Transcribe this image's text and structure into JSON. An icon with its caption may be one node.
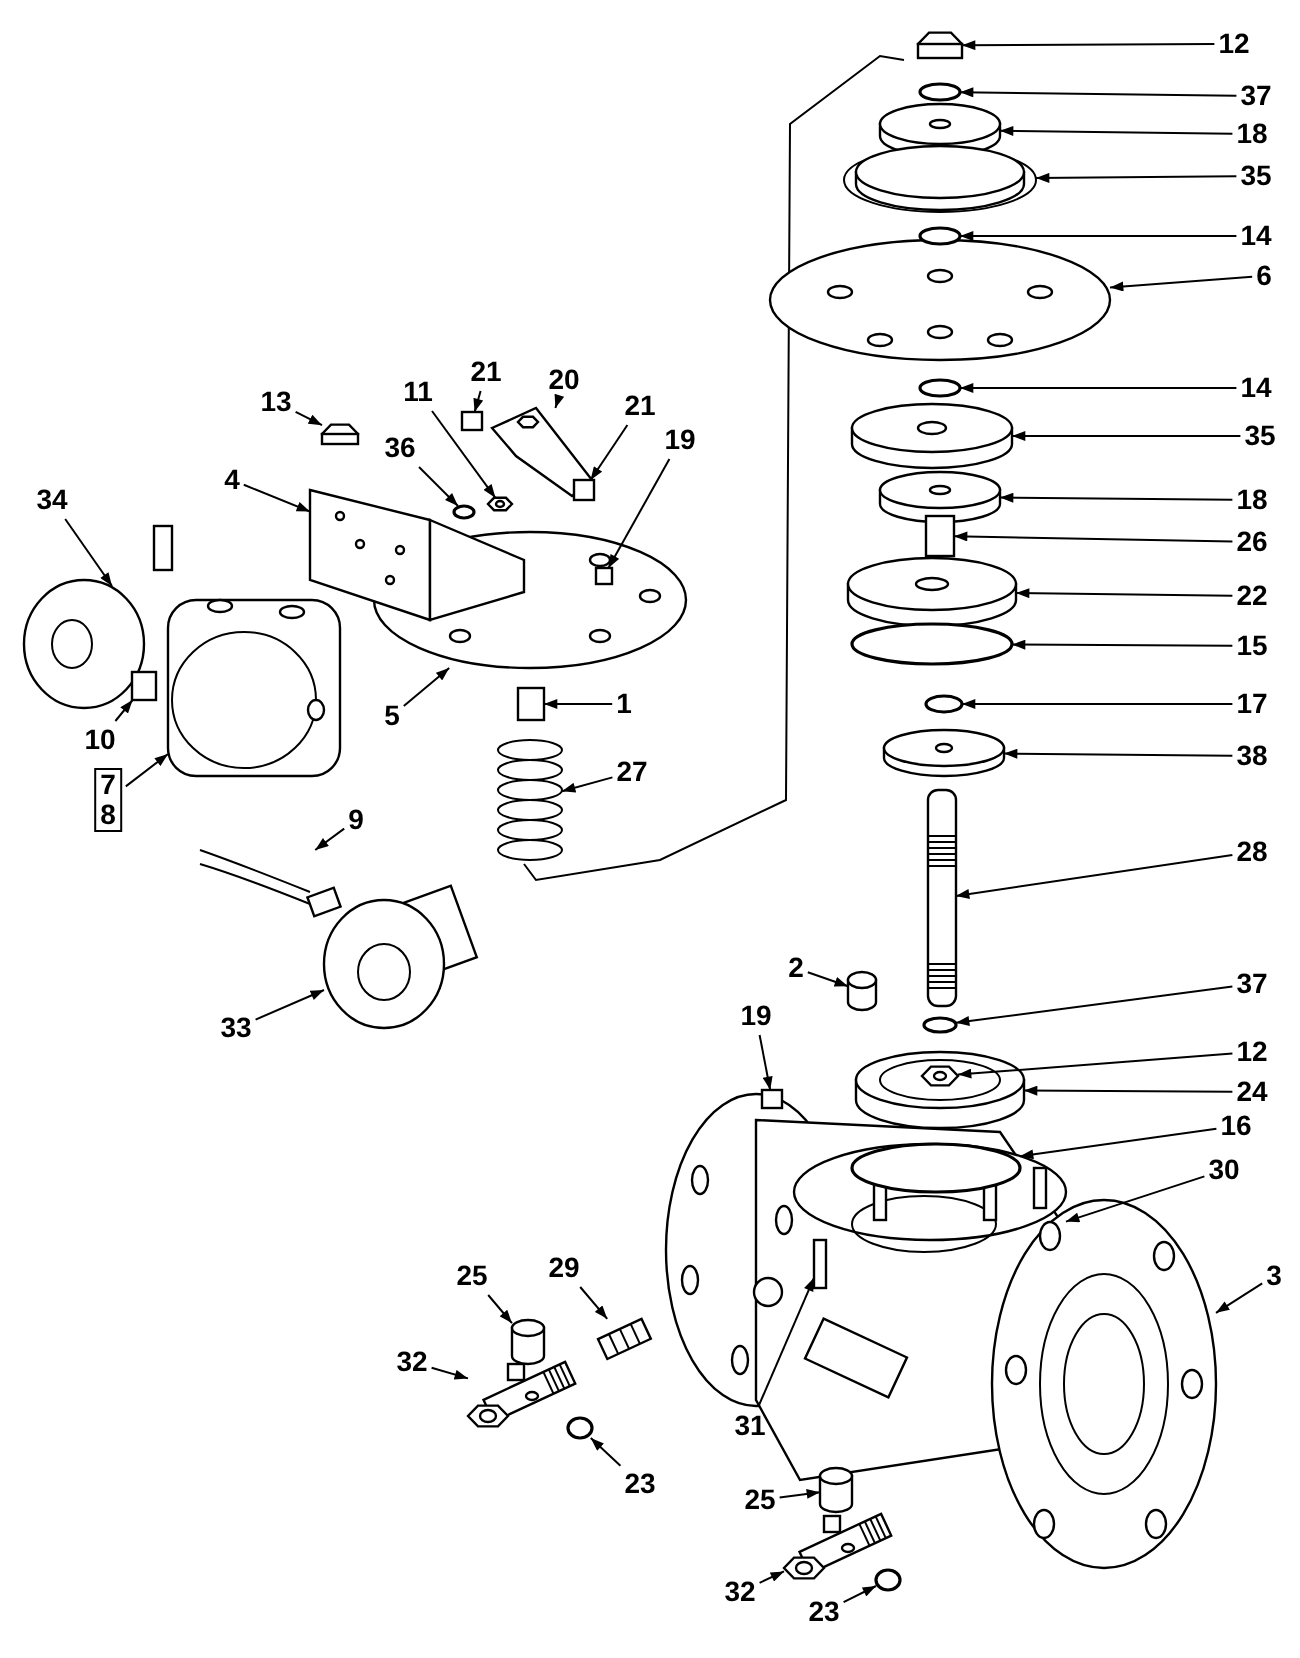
{
  "diagram": {
    "nodes": [
      {
        "text": [
          "12"
        ]
      },
      {
        "text": [
          "37"
        ]
      },
      {
        "text": [
          "18"
        ]
      },
      {
        "text": [
          "35"
        ]
      },
      {
        "text": [
          "14"
        ]
      },
      {
        "text": [
          "6"
        ]
      },
      {
        "text": [
          "21"
        ]
      },
      {
        "text": [
          "14"
        ]
      },
      {
        "text": [
          "20"
        ]
      },
      {
        "text": [
          "21"
        ]
      },
      {
        "text": [
          "11"
        ]
      },
      {
        "text": [
          "13"
        ]
      },
      {
        "text": [
          "35"
        ]
      },
      {
        "text": [
          "36"
        ]
      },
      {
        "text": [
          "19"
        ]
      },
      {
        "text": [
          "4"
        ]
      },
      {
        "text": [
          "18"
        ]
      },
      {
        "text": [
          "34"
        ]
      },
      {
        "text": [
          "26"
        ]
      },
      {
        "text": [
          "22"
        ]
      },
      {
        "text": [
          "15"
        ]
      },
      {
        "text": [
          "5"
        ]
      },
      {
        "text": [
          "1"
        ]
      },
      {
        "text": [
          "17"
        ]
      },
      {
        "text": [
          "10"
        ]
      },
      {
        "text": [
          "38"
        ]
      },
      {
        "text": [
          "27"
        ]
      },
      {
        "text": [
          "7",
          "8"
        ]
      },
      {
        "text": [
          "9"
        ]
      },
      {
        "text": [
          "28"
        ]
      },
      {
        "text": [
          "2"
        ]
      },
      {
        "text": [
          "37"
        ]
      },
      {
        "text": [
          "33"
        ]
      },
      {
        "text": [
          "19"
        ]
      },
      {
        "text": [
          "12"
        ]
      },
      {
        "text": [
          "24"
        ]
      },
      {
        "text": [
          "16"
        ]
      },
      {
        "text": [
          "30"
        ]
      },
      {
        "text": [
          "3"
        ]
      },
      {
        "text": [
          "25"
        ]
      },
      {
        "text": [
          "29"
        ]
      },
      {
        "text": [
          "32"
        ]
      },
      {
        "text": [
          "31"
        ]
      },
      {
        "text": [
          "23"
        ]
      },
      {
        "text": [
          "25"
        ]
      },
      {
        "text": [
          "32"
        ]
      },
      {
        "text": [
          "23"
        ]
      },
      {
        "text": [],
        "shape": "picture"
      },
      {
        "text": [],
        "shape": "circle"
      },
      {
        "text": [],
        "shape": "picture"
      },
      {
        "text": [],
        "shape": "picture"
      },
      {
        "text": [],
        "shape": "circle"
      },
      {
        "text": [],
        "shape": "picture"
      },
      {
        "text": [],
        "shape": "box"
      },
      {
        "text": [],
        "shape": "circle"
      },
      {
        "text": [],
        "shape": "picture"
      },
      {
        "text": [],
        "shape": "box"
      },
      {
        "text": [],
        "shape": "picture"
      },
      {
        "text": [],
        "shape": "picture"
      },
      {
        "text": [],
        "shape": "picture"
      },
      {
        "text": [],
        "shape": "circle"
      },
      {
        "text": [],
        "shape": "box",
        "in": 68
      },
      {
        "text": [],
        "shape": "picture"
      },
      {
        "text": [],
        "shape": "picture"
      },
      {
        "text": [],
        "shape": "picture"
      },
      {
        "text": [],
        "shape": "box"
      },
      {
        "text": [],
        "shape": "picture"
      },
      {
        "text": [],
        "shape": "circle"
      },
      {
        "text": [],
        "shape": "picture"
      },
      {
        "text": [],
        "shape": "box"
      },
      {
        "text": [],
        "shape": "circle"
      },
      {
        "text": [],
        "shape": "box"
      },
      {
        "text": [],
        "shape": "picture"
      },
      {
        "text": [],
        "shape": "picture"
      },
      {
        "text": [],
        "shape": "picture"
      },
      {
        "text": [],
        "shape": "picture"
      },
      {
        "text": [],
        "shape": "picture"
      },
      {
        "text": [],
        "shape": "cylinder"
      },
      {
        "text": [],
        "shape": "circle"
      },
      {
        "text": [],
        "shape": "picture"
      },
      {
        "text": [],
        "shape": "box"
      },
      {
        "text": [],
        "shape": "picture",
        "in": 82
      },
      {
        "text": [],
        "shape": "picture"
      },
      {
        "text": [],
        "shape": "circle",
        "in": 84
      },
      {
        "text": [],
        "shape": "picture"
      },
      {
        "text": [],
        "shape": "picture"
      },
      {
        "text": [],
        "shape": "cylinder"
      },
      {
        "text": [],
        "shape": "picture"
      },
      {
        "text": [],
        "shape": "picture"
      },
      {
        "text": [],
        "shape": "box",
        "in": 84
      },
      {
        "text": [],
        "shape": "circle"
      },
      {
        "text": [],
        "shape": "cylinder"
      },
      {
        "text": [],
        "shape": "picture"
      },
      {
        "text": [],
        "shape": "circle"
      }
    ],
    "edges": [
      {
        "from": 0,
        "to": 47,
        "arrow": "to"
      },
      {
        "from": 1,
        "to": 48,
        "arrow": "to"
      },
      {
        "from": 2,
        "to": 49,
        "arrow": "to"
      },
      {
        "from": 3,
        "to": 50,
        "arrow": "to"
      },
      {
        "from": 4,
        "to": 51,
        "arrow": "to"
      },
      {
        "from": 5,
        "to": 52,
        "arrow": "to"
      },
      {
        "from": 6,
        "to": 53,
        "arrow": "to"
      },
      {
        "from": 7,
        "to": 54,
        "arrow": "to"
      },
      {
        "from": 8,
        "to": 55,
        "arrow": "to"
      },
      {
        "from": 9,
        "to": 56,
        "arrow": "to"
      },
      {
        "from": 10,
        "to": 57,
        "arrow": "to"
      },
      {
        "from": 11,
        "to": 58,
        "arrow": "to"
      },
      {
        "from": 12,
        "to": 59,
        "arrow": "to"
      },
      {
        "from": 13,
        "to": 60,
        "arrow": "to"
      },
      {
        "from": 14,
        "to": 61,
        "arrow": "to"
      },
      {
        "from": 15,
        "to": 62,
        "arrow": "to"
      },
      {
        "from": 16,
        "to": 63,
        "arrow": "to"
      },
      {
        "from": 17,
        "to": 64,
        "arrow": "to"
      },
      {
        "from": 18,
        "to": 65,
        "arrow": "to"
      },
      {
        "from": 19,
        "to": 66,
        "arrow": "to"
      },
      {
        "from": 20,
        "to": 67,
        "arrow": "to"
      },
      {
        "from": 21,
        "to": 68,
        "arrow": "to"
      },
      {
        "from": 22,
        "to": 69,
        "arrow": "to"
      },
      {
        "from": 23,
        "to": 70,
        "arrow": "to"
      },
      {
        "from": 24,
        "to": 71,
        "arrow": "to"
      },
      {
        "from": 25,
        "to": 72,
        "arrow": "to"
      },
      {
        "from": 26,
        "to": 73,
        "arrow": "to"
      },
      {
        "from": 27,
        "to": 74,
        "arrow": "to"
      },
      {
        "from": 28,
        "to": 75,
        "arrow": "to"
      },
      {
        "from": 29,
        "to": 76,
        "arrow": "to"
      },
      {
        "from": 30,
        "to": 77,
        "arrow": "to"
      },
      {
        "from": 31,
        "to": 78,
        "arrow": "to"
      },
      {
        "from": 32,
        "to": 79,
        "arrow": "to"
      },
      {
        "from": 33,
        "to": 80,
        "arrow": "to"
      },
      {
        "from": 34,
        "to": 81,
        "arrow": "to"
      },
      {
        "from": 35,
        "to": 82,
        "arrow": "to"
      },
      {
        "from": 36,
        "to": 83,
        "arrow": "to"
      },
      {
        "from": 37,
        "to": 84,
        "arrow": "to"
      },
      {
        "from": 38,
        "to": 85,
        "arrow": "to"
      },
      {
        "from": 39,
        "to": 86,
        "arrow": "to"
      },
      {
        "from": 40,
        "to": 87,
        "arrow": "to"
      },
      {
        "from": 41,
        "to": 88,
        "arrow": "to"
      },
      {
        "from": 42,
        "to": 89,
        "arrow": "to"
      },
      {
        "from": 43,
        "to": 90,
        "arrow": "to"
      },
      {
        "from": 44,
        "to": 91,
        "arrow": "to"
      },
      {
        "from": 45,
        "to": 92,
        "arrow": "to"
      },
      {
        "from": 46,
        "to": 93,
        "arrow": "to"
      }
    ]
  }
}
